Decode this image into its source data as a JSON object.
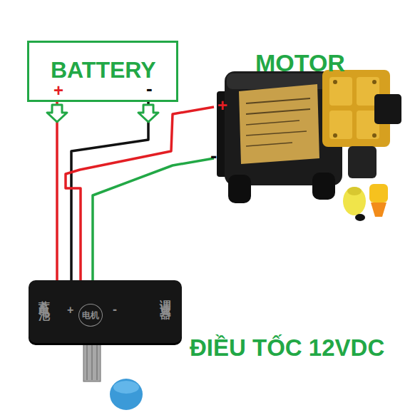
{
  "diagram": {
    "nodes": [
      {
        "text": [
          "BATTERY",
          "+",
          "-"
        ]
      },
      {
        "text": [
          "MOTOR"
        ]
      },
      {
        "text": [
          "ĐIỀU TỐC 12VDC",
          "蓄电池",
          "+",
          "电机",
          "-",
          "调速器"
        ]
      }
    ],
    "edges": [
      {
        "from": 0,
        "to": 2,
        "arrow": "none"
      },
      {
        "from": 0,
        "to": 2,
        "arrow": "none"
      },
      {
        "from": 2,
        "to": 1,
        "arrow": "none"
      },
      {
        "from": 2,
        "to": 1,
        "arrow": "none"
      }
    ],
    "labels": [
      "+",
      "-"
    ]
  }
}
